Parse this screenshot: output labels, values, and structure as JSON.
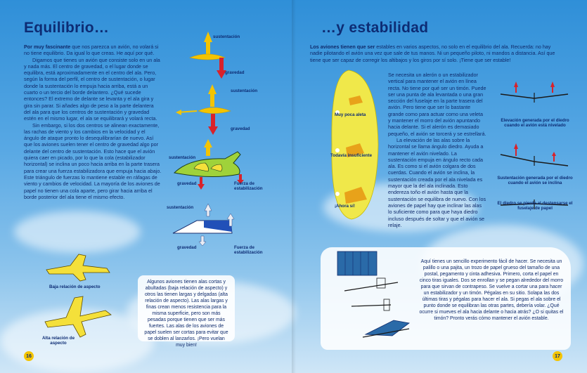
{
  "left_page": {
    "title": "Equilibrio…",
    "intro_bold": "Por muy fascinante",
    "intro_rest": " que nos parezca un avión, no volará si no tiene equilibrio. Da igual lo que creas. He aquí por qué.",
    "para1": "Digamos que tienes un avión que consiste solo en un ala y nada más. El centro de gravedad, o el lugar donde se equilibra, está aproximadamente en el centro del ala. Pero, según la forma del perfil, el centro de sustentación, o lugar donde la sustentación lo empuja hacia arriba, está a un cuarto o un tercio del borde delantero. ¿Qué sucede entonces? El extremo de delante se levanta y el ala gira y gira sin parar. Si añades algo de peso a la parte delantera del ala para que los centros de sustentación y gravedad estén en el mismo lugar, el ala se equilibrará y volará recta.",
    "para2": "Sin embargo, si los dos centros se alinean exactamente, las rachas de viento y los cambios en la velocidad y el ángulo de ataque pronto lo desequilibrarían de nuevo. Así que los aviones suelen tener el centro de gravedad algo por delante del centro de sustentación. Esto hace que el avión quiera caer en picado, por lo que la cola (estabilizador horizontal) se inclina un poco hacia arriba en la parte trasera para crear una fuerza estabilizadora que empuja hacia abajo. Este triángulo de fuerzas lo mantiene estable en ráfagas de viento y cambios de velocidad. La mayoría de los aviones de papel no tienen una cola aparte, pero girar hacia arriba el borde posterior del ala tiene el mismo efecto.",
    "labels": {
      "lift1": "sustentación",
      "grav1": "gravedad",
      "lift2": "sustentación",
      "grav2": "gravedad",
      "lift3": "sustentación",
      "grav3": "gravedad",
      "stab3": "Fuerza de estabilización",
      "lift4": "sustentación",
      "grav4": "gravedad",
      "stab4": "Fuerza de estabilización",
      "low_aspect": "Baja relación de aspecto",
      "high_aspect": "Alta relación de aspecto"
    },
    "box_text": "Algunos aviones tienen alas cortas y abultadas (baja relación de aspecto) y otros las tienen largas y delgadas (alta relación de aspecto). Las alas largas y finas crean menos resistencia para la misma superficie, pero son más pesadas porque tienen que ser más fuertes. Las alas de los aviones de papel suelen ser cortas para evitar que se doblen al lanzarlos. ¡Pero vuelan muy bien!",
    "page_number": "16"
  },
  "right_page": {
    "title": "…y estabilidad",
    "intro_bold": "Los aviones tienen que ser",
    "intro_rest": " estables en varios aspectos, no solo en el equilibrio del ala. Recuerda: no hay nadie pilotando el avión una vez que sale de tus manos. Ni un pequeño piloto, ni mandos a distancia. Así que tiene que ser capaz de corregir los altibajos y los giros por sí solo. ¡Tiene que ser estable!",
    "para1": "Se necesita un alerón o un estabilizador vertical para mantener el avión en línea recta. No tiene por qué ser un timón. Puede ser una punta de ala levantada o una gran sección del fuselaje en la parte trasera del avión. Pero tiene que ser lo bastante grande como para actuar como una veleta y mantener el morro del avión apuntando hacia delante. Si el alerón es demasiado pequeño, el avión se torcerá y se estrellará.",
    "para2": "La elevación de las alas sobre la horizontal se llama ángulo diedro. Ayuda a mantener el avión nivelado. La sustentación empuja en ángulo recto cada ala. Es como si el avión colgara de dos cuerdas. Cuando el avión se inclina, la sustentación creada por el ala nivelada es mayor que la del ala inclinada. Esto endereza toño el avión hasta que la sustentación se equilibra de nuevo. Con los aviones de papel hay que inclinar las alas lo suficiente como para que haya diedro incluso después de soltar y que el avión se relaje.",
    "fin_labels": {
      "small": "Muy poca aleta",
      "insufficient": "Todavía insuficiente",
      "ok": "¡Ahora sí!"
    },
    "dihedral_labels": {
      "level": "Elevación generada por el diedro cuando el avión está nivelado",
      "bank": "Sustentación generada por el diedro cuando el avión se inclina",
      "lost": "El diedro se pierde al destensarse el fuselaje de papel"
    },
    "experiment_text": "Aquí tienes un sencillo experimento fácil de hacer. Se necesita un palillo o una pajita, un trozo de papel grueso del tamaño de una postal, pegamento y cinta adhesiva. Primero, corta el papel en cinco tiras iguales. Dos se enrollan y se pegan alrededor del morro para que sirvan de contrapeso. Se vuelve a cortar una para hacer un estabilizador y un timón. Pégalas en su sitio. Solapa las dos últimas tiras y pégalas para hacer el ala. Si pegas el ala sobre el punto donde se equilibran las otras partes, debería volar. ¿Qué ocurre si mueves el ala hacia delante o hacia atrás? ¿O si quitas el timón? Pronto verás cómo mantener el avión estable.",
    "page_number": "17"
  },
  "colors": {
    "title": "#0d2c74",
    "lift_arrow": "#f4c400",
    "gravity_arrow": "#d8222b",
    "wing_green": "#9fd23a",
    "paper_yellow": "#f4e03a",
    "box_white": "#ffffff"
  }
}
